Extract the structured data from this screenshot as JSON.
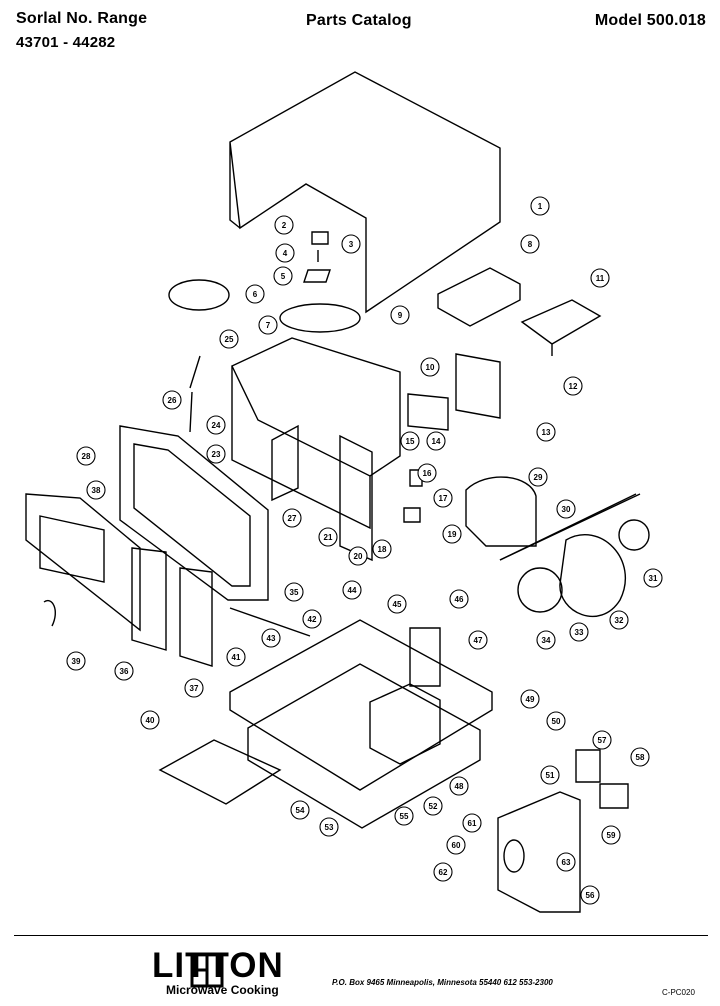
{
  "header": {
    "serial_label": "Sorlal No. Range",
    "serial_range": "43701 - 44282",
    "catalog_title": "Parts Catalog",
    "model": "Model 500.018"
  },
  "callouts": [
    "1",
    "2",
    "3",
    "4",
    "5",
    "6",
    "7",
    "8",
    "9",
    "10",
    "11",
    "12",
    "13",
    "14",
    "15",
    "16",
    "17",
    "18",
    "19",
    "20",
    "21",
    "23",
    "24",
    "25",
    "26",
    "27",
    "28",
    "29",
    "30",
    "31",
    "32",
    "33",
    "34",
    "35",
    "36",
    "37",
    "38",
    "39",
    "40",
    "41",
    "42",
    "43",
    "44",
    "45",
    "46",
    "47",
    "48",
    "49",
    "50",
    "51",
    "52",
    "53",
    "54",
    "55",
    "56",
    "57",
    "58",
    "59",
    "60",
    "61",
    "62",
    "63"
  ],
  "footer": {
    "brand": "LITTON",
    "subtitle": "Microwave Cooking",
    "address": "P.O. Box 9465   Minneapolis, Minnesota 55440   612  553-2300",
    "ref_code": "C-PC020"
  }
}
